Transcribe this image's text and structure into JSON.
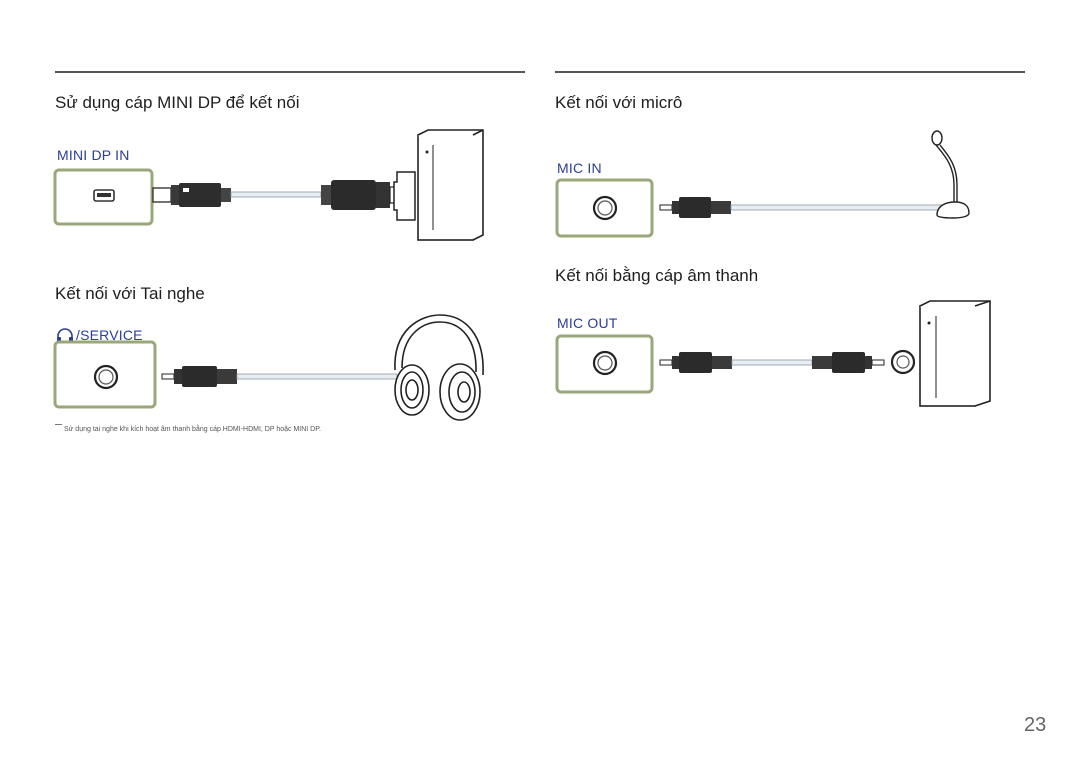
{
  "sections": {
    "mini_dp": {
      "title": "Sử dụng cáp MINI DP để kết nối",
      "port_label": "MINI DP IN"
    },
    "headphone": {
      "title": "Kết nối với Tai nghe",
      "port_label": "/SERVICE",
      "note": "Sử dụng tai nghe khi kích hoạt âm thanh bằng cáp HDMI-HDMI, DP hoặc MINI DP."
    },
    "mic": {
      "title": "Kết nối với micrô",
      "port_label": "MIC IN"
    },
    "audio": {
      "title": "Kết nối bằng cáp âm thanh",
      "port_label": "MIC OUT"
    }
  },
  "page_number": "23",
  "icons": [
    "headphone-icon",
    "mini-dp-port-icon",
    "audio-jack-icon",
    "pc-tower-icon",
    "microphone-icon",
    "headphones-icon"
  ],
  "colors": {
    "port_border": "#9aa77a",
    "port_label": "#2b3f93"
  }
}
